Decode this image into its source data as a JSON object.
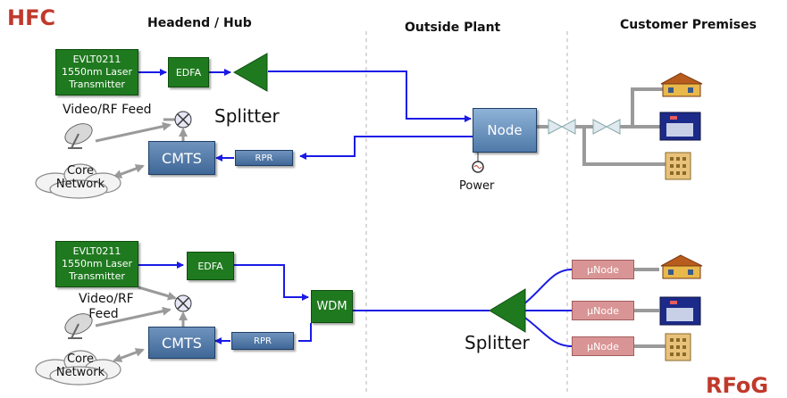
{
  "titles": {
    "top": "HFC",
    "bottom": "RFoG"
  },
  "headers": {
    "headend": "Headend / Hub",
    "outside": "Outside Plant",
    "customer": "Customer Premises"
  },
  "hfc": {
    "transmitter": "EVLT0211\n1550nm Laser\nTransmitter",
    "edfa": "EDFA",
    "splitter": "Splitter",
    "video_feed": "Video/RF Feed",
    "cmts": "CMTS",
    "core_network": "Core\nNetwork",
    "rpr": "RPR",
    "node": "Node",
    "power": "Power"
  },
  "rfog": {
    "transmitter": "EVLT0211\n1550nm Laser\nTransmitter",
    "edfa": "EDFA",
    "video_feed": "Video/RF\nFeed",
    "cmts": "CMTS",
    "core_network": "Core\nNetwork",
    "rpr": "RPR",
    "wdm": "WDM",
    "splitter": "Splitter",
    "micronodes": [
      "μNode",
      "μNode",
      "μNode"
    ]
  },
  "colors": {
    "fiber": "#1a1ae6",
    "coax": "#9a9a9a",
    "title": "#c0392b",
    "green": "#1f7a1f",
    "node_blue": "#4f79a8",
    "micronode": "#d99595"
  }
}
